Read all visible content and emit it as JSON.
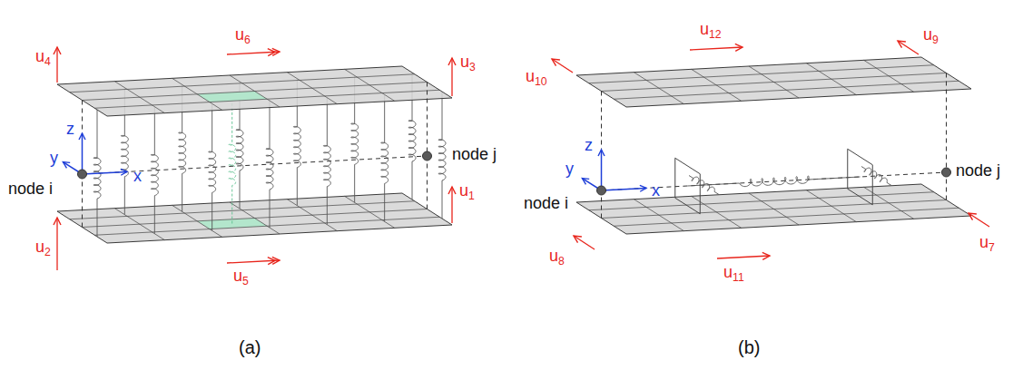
{
  "diagram": {
    "labels": [
      "u4",
      "u6",
      "u3",
      "z",
      "y",
      "x",
      "node i",
      "node j",
      "u2",
      "u5",
      "u1",
      "(a)",
      "u10",
      "u12",
      "u9",
      "z",
      "y",
      "node i",
      "x",
      "node j",
      "u8",
      "u11",
      "u7",
      "(b)"
    ]
  }
}
